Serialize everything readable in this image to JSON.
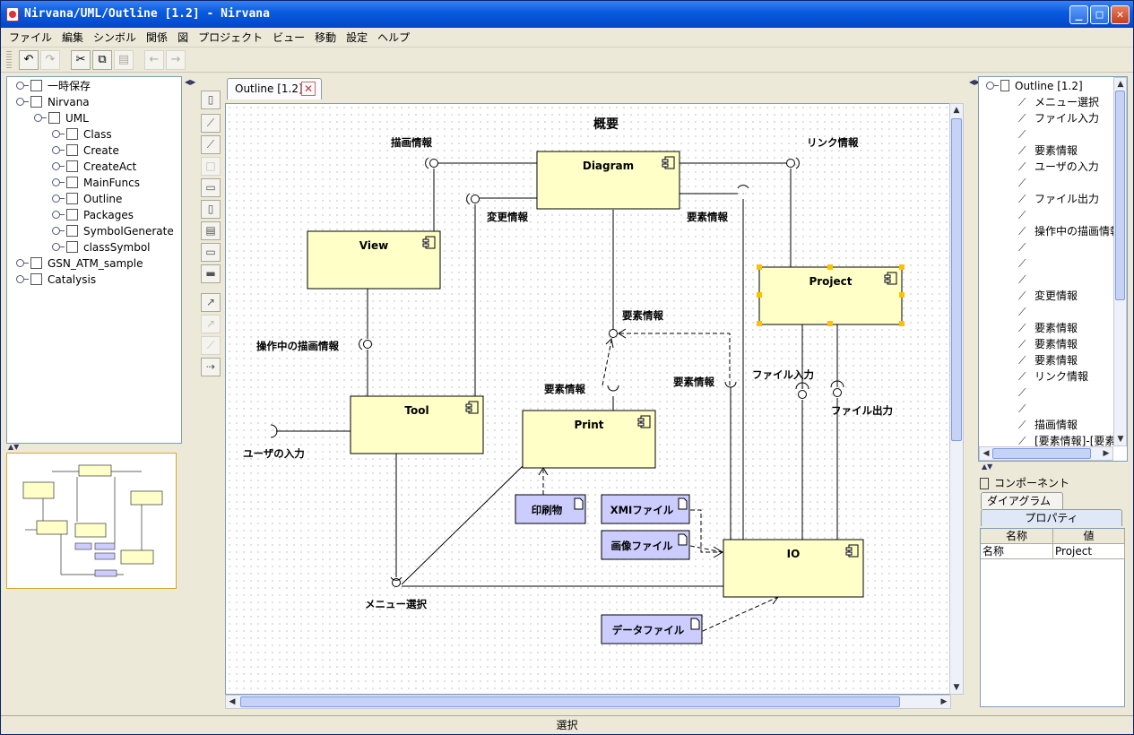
{
  "window": {
    "title": "Nirvana/UML/Outline [1.2] - Nirvana"
  },
  "menu": [
    "ファイル",
    "編集",
    "シンボル",
    "関係",
    "図",
    "プロジェクト",
    "ビュー",
    "移動",
    "設定",
    "ヘルプ"
  ],
  "toolbar": {
    "icons": [
      "undo-icon",
      "redo-icon",
      "cut-icon",
      "copy-icon",
      "paste-icon",
      "back-icon",
      "forward-icon"
    ]
  },
  "left_tree": [
    {
      "label": "一時保存",
      "depth": 0,
      "icon": "package-icon"
    },
    {
      "label": "Nirvana",
      "depth": 0,
      "icon": "package-icon"
    },
    {
      "label": "UML",
      "depth": 1,
      "icon": "folder-icon"
    },
    {
      "label": "Class",
      "depth": 2,
      "icon": "folder-icon"
    },
    {
      "label": "Create",
      "depth": 2,
      "icon": "table-icon"
    },
    {
      "label": "CreateAct",
      "depth": 2,
      "icon": "diagram-icon"
    },
    {
      "label": "MainFuncs",
      "depth": 2,
      "icon": "usecase-icon"
    },
    {
      "label": "Outline",
      "depth": 2,
      "icon": "component-icon"
    },
    {
      "label": "Packages",
      "depth": 2,
      "icon": "package-icon"
    },
    {
      "label": "SymbolGenerate",
      "depth": 2,
      "icon": "diagram-icon"
    },
    {
      "label": "classSymbol",
      "depth": 2,
      "icon": "diagram-icon"
    },
    {
      "label": "GSN_ATM_sample",
      "depth": 0,
      "icon": "package-icon"
    },
    {
      "label": "Catalysis",
      "depth": 0,
      "icon": "package-icon"
    }
  ],
  "tab": {
    "label": "Outline [1.2]"
  },
  "diagram": {
    "title": "概要",
    "components": [
      {
        "id": "diagram",
        "name": "Diagram"
      },
      {
        "id": "view",
        "name": "View"
      },
      {
        "id": "project",
        "name": "Project"
      },
      {
        "id": "tool",
        "name": "Tool"
      },
      {
        "id": "print",
        "name": "Print"
      },
      {
        "id": "io",
        "name": "IO"
      }
    ],
    "artifacts": [
      "印刷物",
      "XMIファイル",
      "画像ファイル",
      "データファイル"
    ],
    "labels": {
      "draw_info": "描画情報",
      "link_info": "リンク情報",
      "change_info": "変更情報",
      "element_info_1": "要素情報",
      "element_info_2": "要素情報",
      "element_info_3": "要素情報",
      "element_info_4": "要素情報",
      "op_draw_info": "操作中の描画情報",
      "user_input": "ユーザの入力",
      "file_input": "ファイル入力",
      "file_output": "ファイル出力",
      "menu_select": "メニュー選択"
    }
  },
  "right_tree": {
    "root": "Outline [1.2]",
    "items": [
      "メニュー選択",
      "ファイル入力",
      "",
      "要素情報",
      "ユーザの入力",
      "",
      "ファイル出力",
      "",
      "操作中の描画情報",
      "",
      "",
      "",
      "変更情報",
      "",
      "要素情報",
      "要素情報",
      "要素情報",
      "リンク情報",
      "",
      "",
      "描画情報",
      "[要素情報]-[要素"
    ]
  },
  "components_panel": {
    "title": "コンポーネント",
    "tabs": [
      "ダイアグラム",
      "プロパティ"
    ],
    "table": {
      "headers": [
        "名称",
        "値"
      ],
      "rows": [
        [
          "名称",
          "Project"
        ]
      ]
    }
  },
  "status": "選択",
  "colors": {
    "component_fill": "#ffffc8",
    "artifact_fill": "#ccccff",
    "selection_handle": "#ffc000"
  }
}
